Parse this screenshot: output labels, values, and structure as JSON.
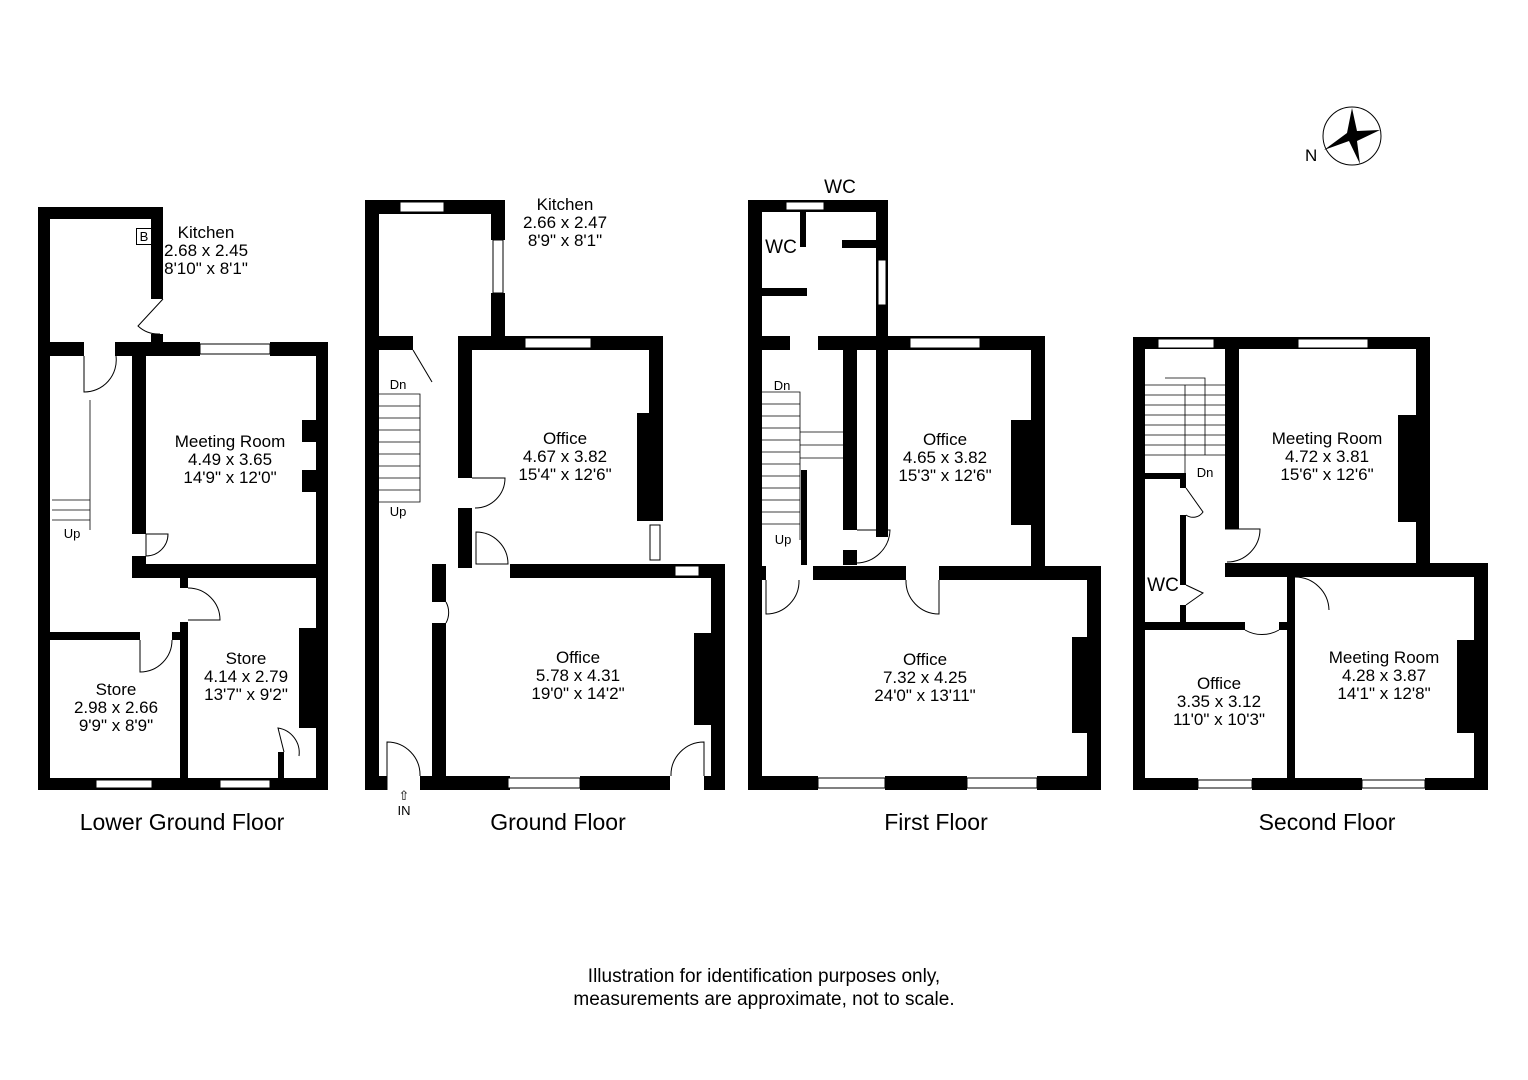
{
  "compass": {
    "label": "N"
  },
  "floors": [
    {
      "name": "Lower Ground Floor",
      "rooms": [
        {
          "name": "Kitchen",
          "metric": "2.68 x 2.45",
          "imperial": "8'10\" x 8'1\""
        },
        {
          "name": "Meeting Room",
          "metric": "4.49 x 3.65",
          "imperial": "14'9\" x 12'0\""
        },
        {
          "name": "Store",
          "metric": "4.14 x 2.79",
          "imperial": "13'7\" x 9'2\""
        },
        {
          "name": "Store",
          "metric": "2.98 x 2.66",
          "imperial": "9'9\" x 8'9\""
        }
      ],
      "markers": {
        "up": "Up",
        "boiler": "B"
      }
    },
    {
      "name": "Ground Floor",
      "rooms": [
        {
          "name": "Kitchen",
          "metric": "2.66 x 2.47",
          "imperial": "8'9\" x 8'1\""
        },
        {
          "name": "Office",
          "metric": "4.67 x 3.82",
          "imperial": "15'4\" x 12'6\""
        },
        {
          "name": "Office",
          "metric": "5.78 x 4.31",
          "imperial": "19'0\" x 14'2\""
        }
      ],
      "markers": {
        "down": "Dn",
        "up": "Up",
        "entrance": "IN"
      }
    },
    {
      "name": "First Floor",
      "rooms": [
        {
          "name": "WC"
        },
        {
          "name": "WC"
        },
        {
          "name": "Office",
          "metric": "4.65 x 3.82",
          "imperial": "15'3\" x 12'6\""
        },
        {
          "name": "Office",
          "metric": "7.32 x 4.25",
          "imperial": "24'0\" x 13'11\""
        }
      ],
      "markers": {
        "down": "Dn",
        "up": "Up"
      }
    },
    {
      "name": "Second Floor",
      "rooms": [
        {
          "name": "Meeting Room",
          "metric": "4.72 x 3.81",
          "imperial": "15'6\" x 12'6\""
        },
        {
          "name": "WC"
        },
        {
          "name": "Office",
          "metric": "3.35 x 3.12",
          "imperial": "11'0\" x 10'3\""
        },
        {
          "name": "Meeting Room",
          "metric": "4.28 x 3.87",
          "imperial": "14'1\" x 12'8\""
        }
      ],
      "markers": {
        "down": "Dn"
      }
    }
  ],
  "disclaimer": {
    "line1": "Illustration for identification purposes only,",
    "line2": "measurements are approximate, not to scale."
  }
}
